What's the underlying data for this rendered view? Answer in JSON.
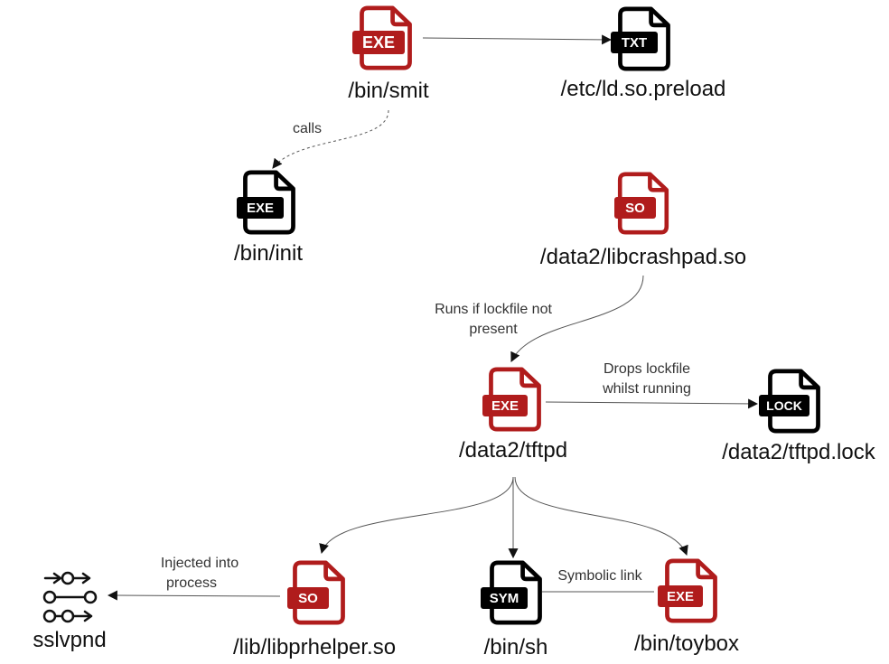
{
  "colors": {
    "red": "#b01c1c",
    "black": "#000000",
    "edge": "#555555"
  },
  "nodes": {
    "smit": {
      "label": "/bin/smit",
      "badge": "EXE",
      "color": "red",
      "icon": "exe-file-icon"
    },
    "ld_preload": {
      "label": "/etc/ld.so.preload",
      "badge": "TXT",
      "color": "black",
      "icon": "txt-file-icon"
    },
    "init": {
      "label": "/bin/init",
      "badge": "EXE",
      "color": "black",
      "icon": "exe-file-icon"
    },
    "libcrashpad": {
      "label": "/data2/libcrashpad.so",
      "badge": "SO",
      "color": "red",
      "icon": "so-file-icon"
    },
    "tftpd": {
      "label": "/data2/tftpd",
      "badge": "EXE",
      "color": "red",
      "icon": "exe-file-icon"
    },
    "tftpd_lock": {
      "label": "/data2/tftpd.lock",
      "badge": "LOCK",
      "color": "black",
      "icon": "lock-file-icon"
    },
    "libprhelper": {
      "label": "/lib/libprhelper.so",
      "badge": "SO",
      "color": "red",
      "icon": "so-file-icon"
    },
    "sh": {
      "label": "/bin/sh",
      "badge": "SYM",
      "color": "black",
      "icon": "symlink-file-icon"
    },
    "toybox": {
      "label": "/bin/toybox",
      "badge": "EXE",
      "color": "red",
      "icon": "exe-file-icon"
    },
    "sslvpnd": {
      "label": "sslvpnd",
      "icon": "process-icon"
    }
  },
  "edges": {
    "calls": {
      "line1": "calls",
      "line2": ""
    },
    "runs_if_lockfile": {
      "line1": "Runs if lockfile not",
      "line2": "present"
    },
    "drops_lockfile": {
      "line1": "Drops lockfile",
      "line2": "whilst running"
    },
    "injected": {
      "line1": "Injected into",
      "line2": "process"
    },
    "symbolic_link": {
      "line1": "Symbolic link",
      "line2": ""
    }
  }
}
